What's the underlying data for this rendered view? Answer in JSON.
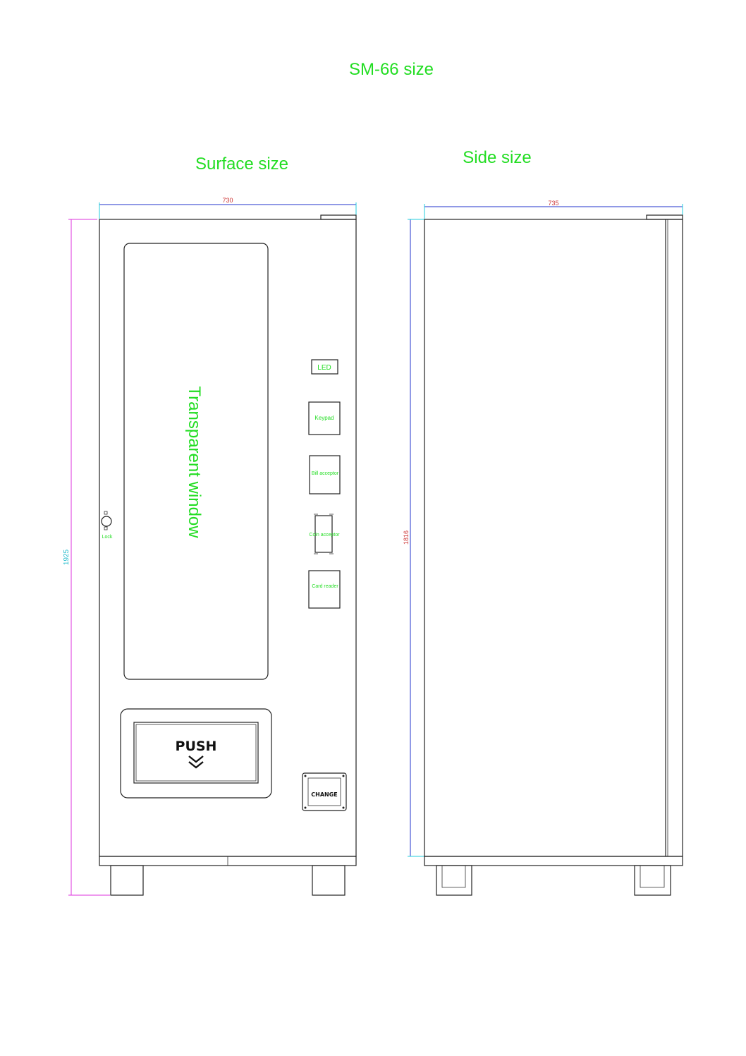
{
  "title": "SM-66  size",
  "surface": {
    "heading": "Surface size",
    "width_label": "730",
    "height_label": "1925",
    "window_label": "Transparent window",
    "lock_label": "Lock",
    "led_label": "LED",
    "keypad_label": "Keypad",
    "bill_label": "Bill acceptor",
    "coin_label": "Coin acceptor",
    "card_label": "Card reader",
    "push_label": "PUSH",
    "change_label": "CHANGE"
  },
  "side": {
    "heading": "Side size",
    "width_label": "735",
    "height_label": "1816"
  },
  "colors": {
    "label_green": "#22dd22",
    "dimension_red": "#cc3333",
    "dimension_cyan": "#22bbcc",
    "dimension_blue": "#2233cc",
    "dimension_magenta": "#dd33dd"
  }
}
